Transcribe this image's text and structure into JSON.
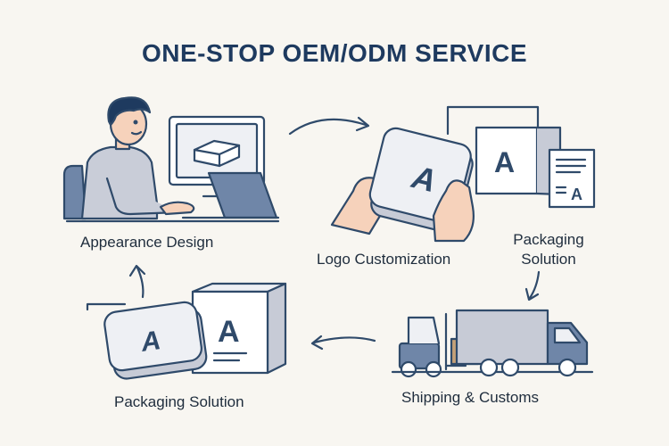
{
  "title": "ONE-STOP OEM/ODM SERVICE",
  "steps": {
    "appearance_design": "Appearance Design",
    "logo_customization": "Logo Customization",
    "packaging_solution_right": "Packaging\nSolution",
    "shipping_customs": "Shipping & Customs",
    "packaging_solution_left": "Packaging Solution"
  },
  "glyphs": {
    "logo_letter": "A"
  },
  "colors": {
    "background": "#f8f6f1",
    "title": "#1e3a5f",
    "line": "#2f4a6a",
    "box_face": "#ffffff",
    "box_side": "#c7cbd6",
    "skin": "#f6d2bb",
    "shirt": "#c9cdd8",
    "cargo": "#c5a178"
  }
}
